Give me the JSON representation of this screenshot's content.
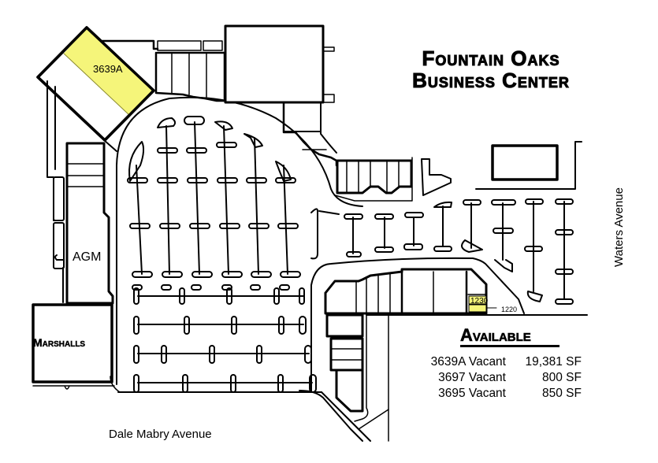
{
  "title": {
    "line1": "Fountain Oaks",
    "line2": "Business Center"
  },
  "colors": {
    "highlight_yellow": "#f5f57a",
    "line": "#000000",
    "background": "#ffffff"
  },
  "units": {
    "u3639a": "3639A",
    "agm": "AGM",
    "marshalls": "Marshalls",
    "u1230": "1230",
    "u1220": "1220"
  },
  "roads": {
    "dale_mabry": "Dale Mabry Avenue",
    "waters": "Waters Avenue"
  },
  "available": {
    "heading": "Available",
    "rows": [
      {
        "unit": "3639A Vacant",
        "size": "19,381 SF"
      },
      {
        "unit": "3697 Vacant",
        "size": "800 SF"
      },
      {
        "unit": "3695 Vacant",
        "size": "850 SF"
      }
    ]
  }
}
